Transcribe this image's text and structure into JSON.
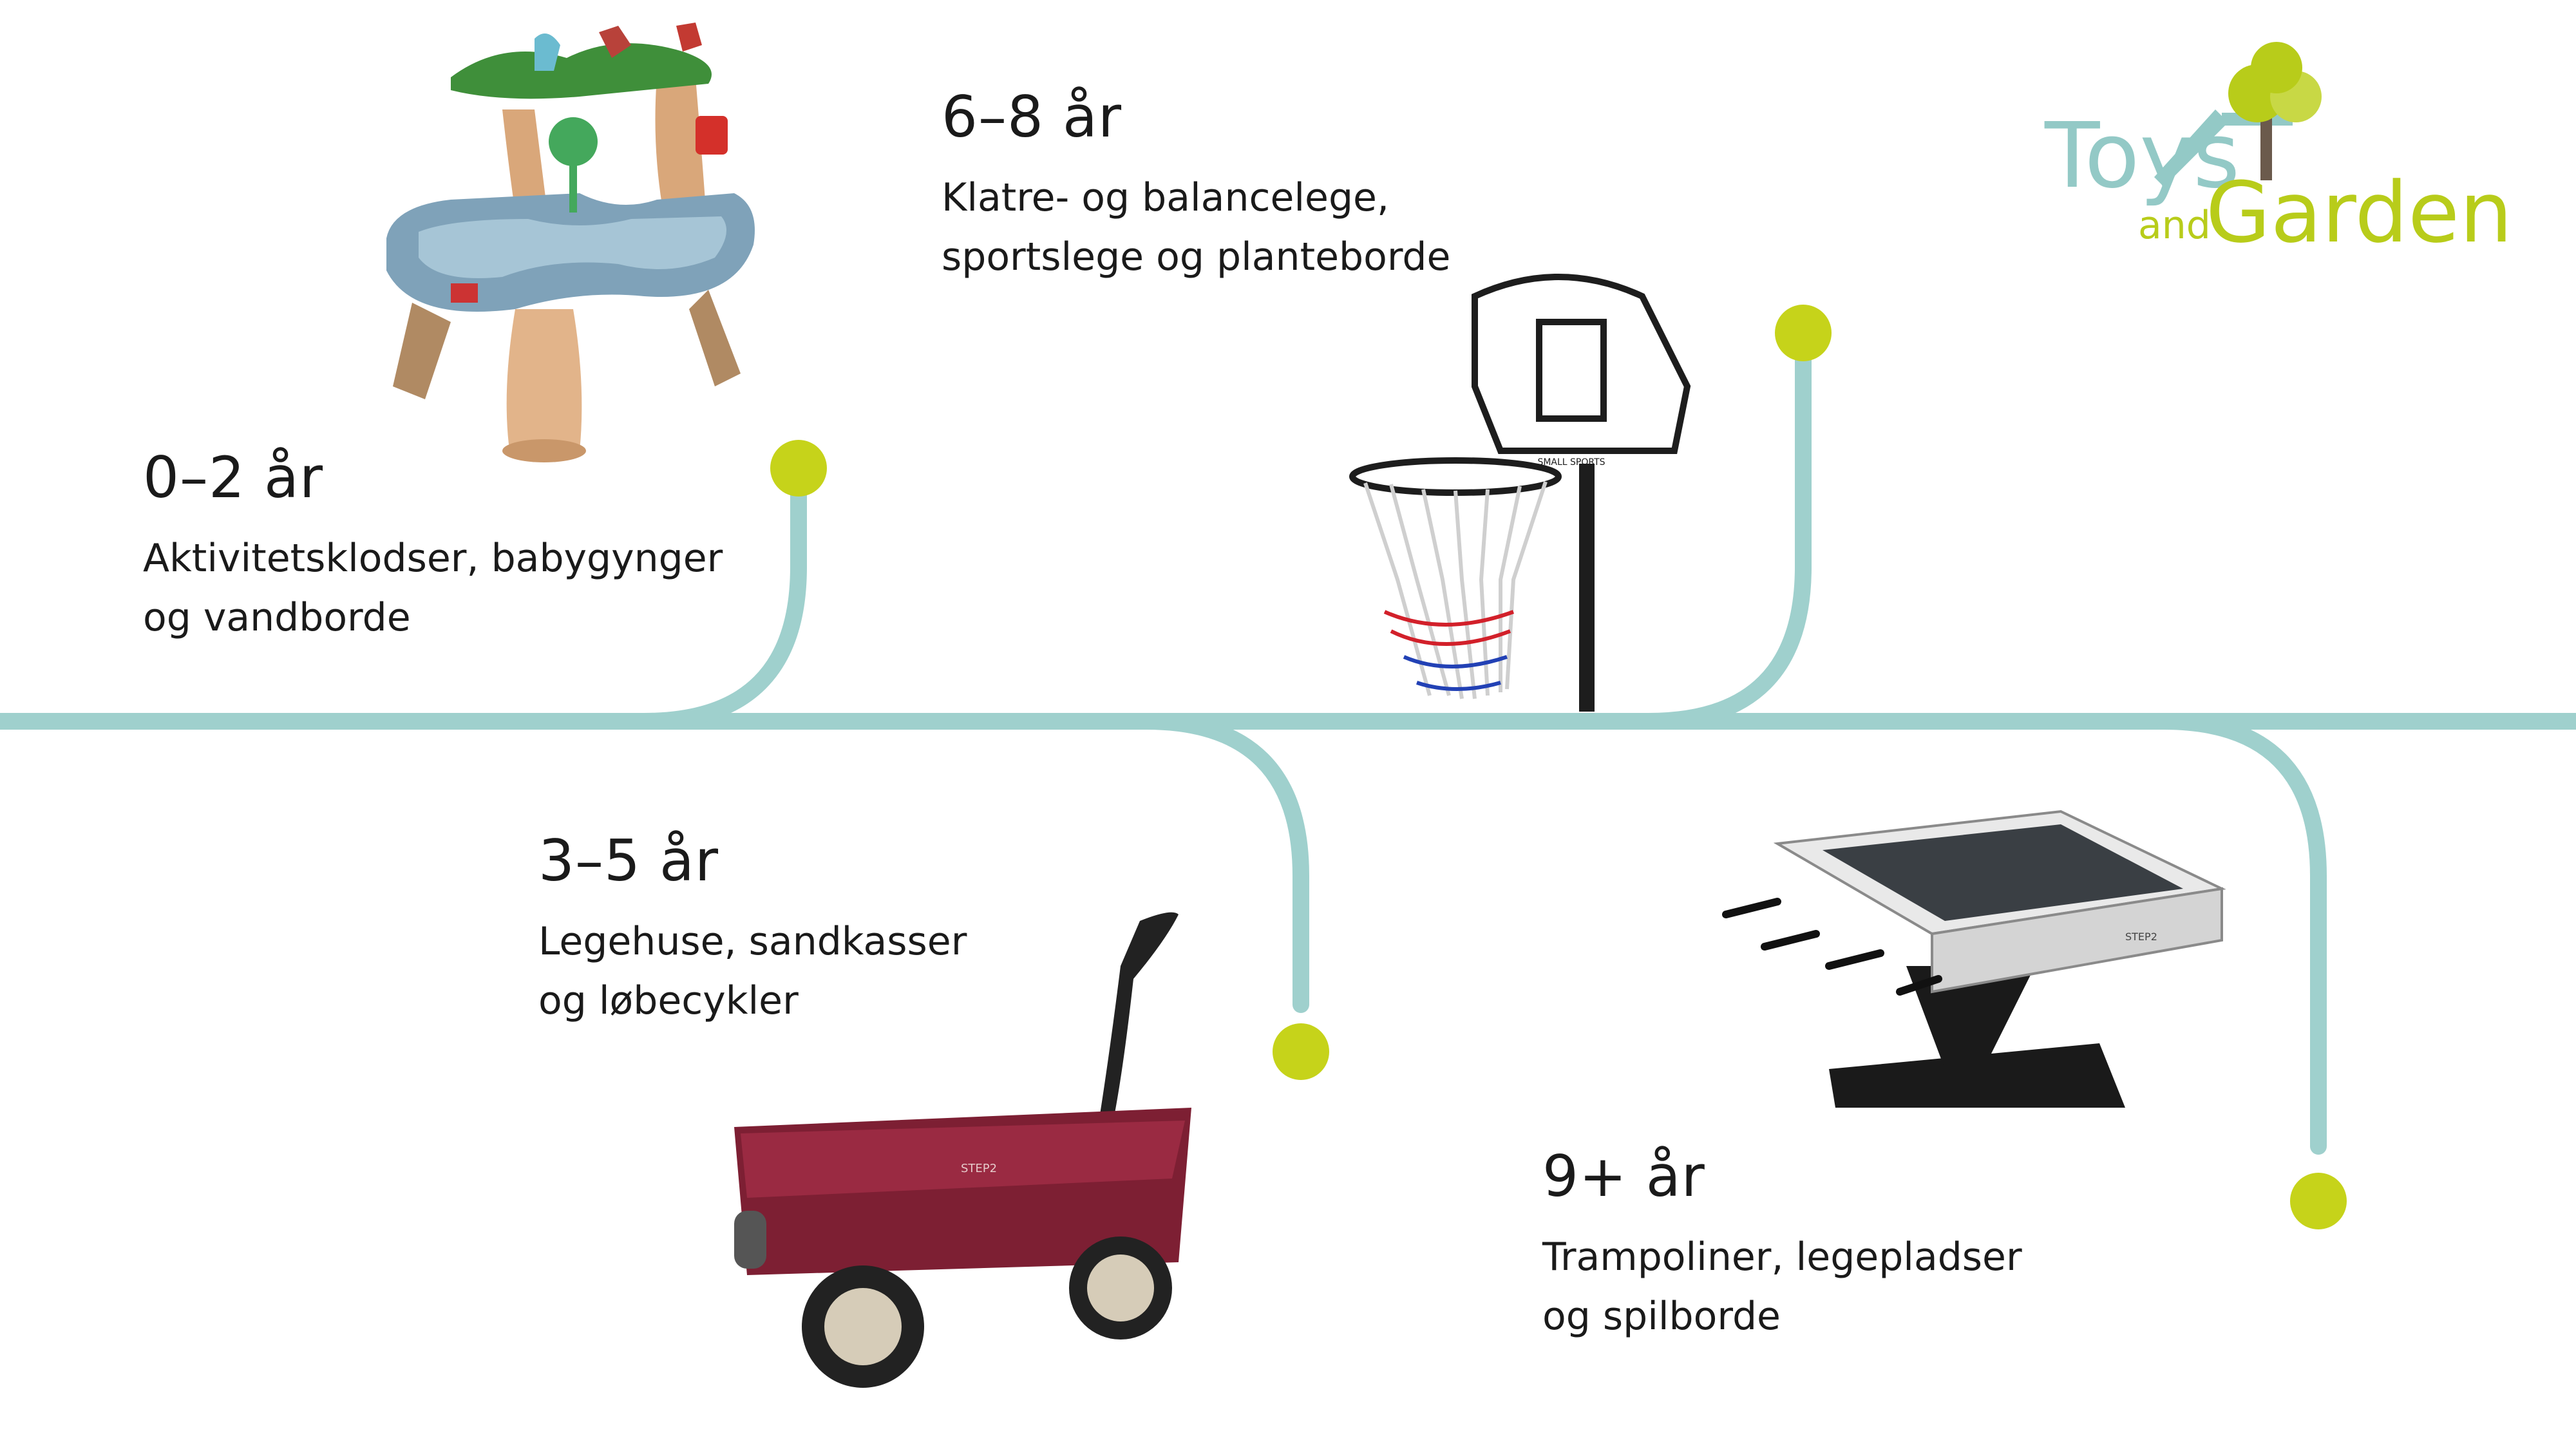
{
  "brand": {
    "line1": "Toys",
    "line2_small": "and",
    "line2_big": "Garden",
    "colors": {
      "teal": "#93c9c6",
      "green": "#b8cc1a",
      "trunk": "#6b5a4c"
    }
  },
  "timeline": {
    "line_color": "#9fd0cd",
    "dot_color": "#c6d31a",
    "stages": [
      {
        "age": "0–2 år",
        "line1": "Aktivitetsklodser, babygynger",
        "line2": "og vandborde",
        "image_icon": "water-table-icon"
      },
      {
        "age": "6–8 år",
        "line1": "Klatre- og balancelege,",
        "line2": "sportslege og planteborde",
        "image_icon": "basketball-hoop-icon"
      },
      {
        "age": "3–5 år",
        "line1": "Legehuse, sandkasser",
        "line2": "og løbecykler",
        "image_icon": "wagon-icon"
      },
      {
        "age": "9+ år",
        "line1": "Trampoliner, legepladser",
        "line2": "og spilborde",
        "image_icon": "foosball-table-icon"
      }
    ]
  },
  "images": {
    "hoop_label": "SMALL SPORTS",
    "wagon_label": "STEP2",
    "table_label": "STEP2"
  }
}
